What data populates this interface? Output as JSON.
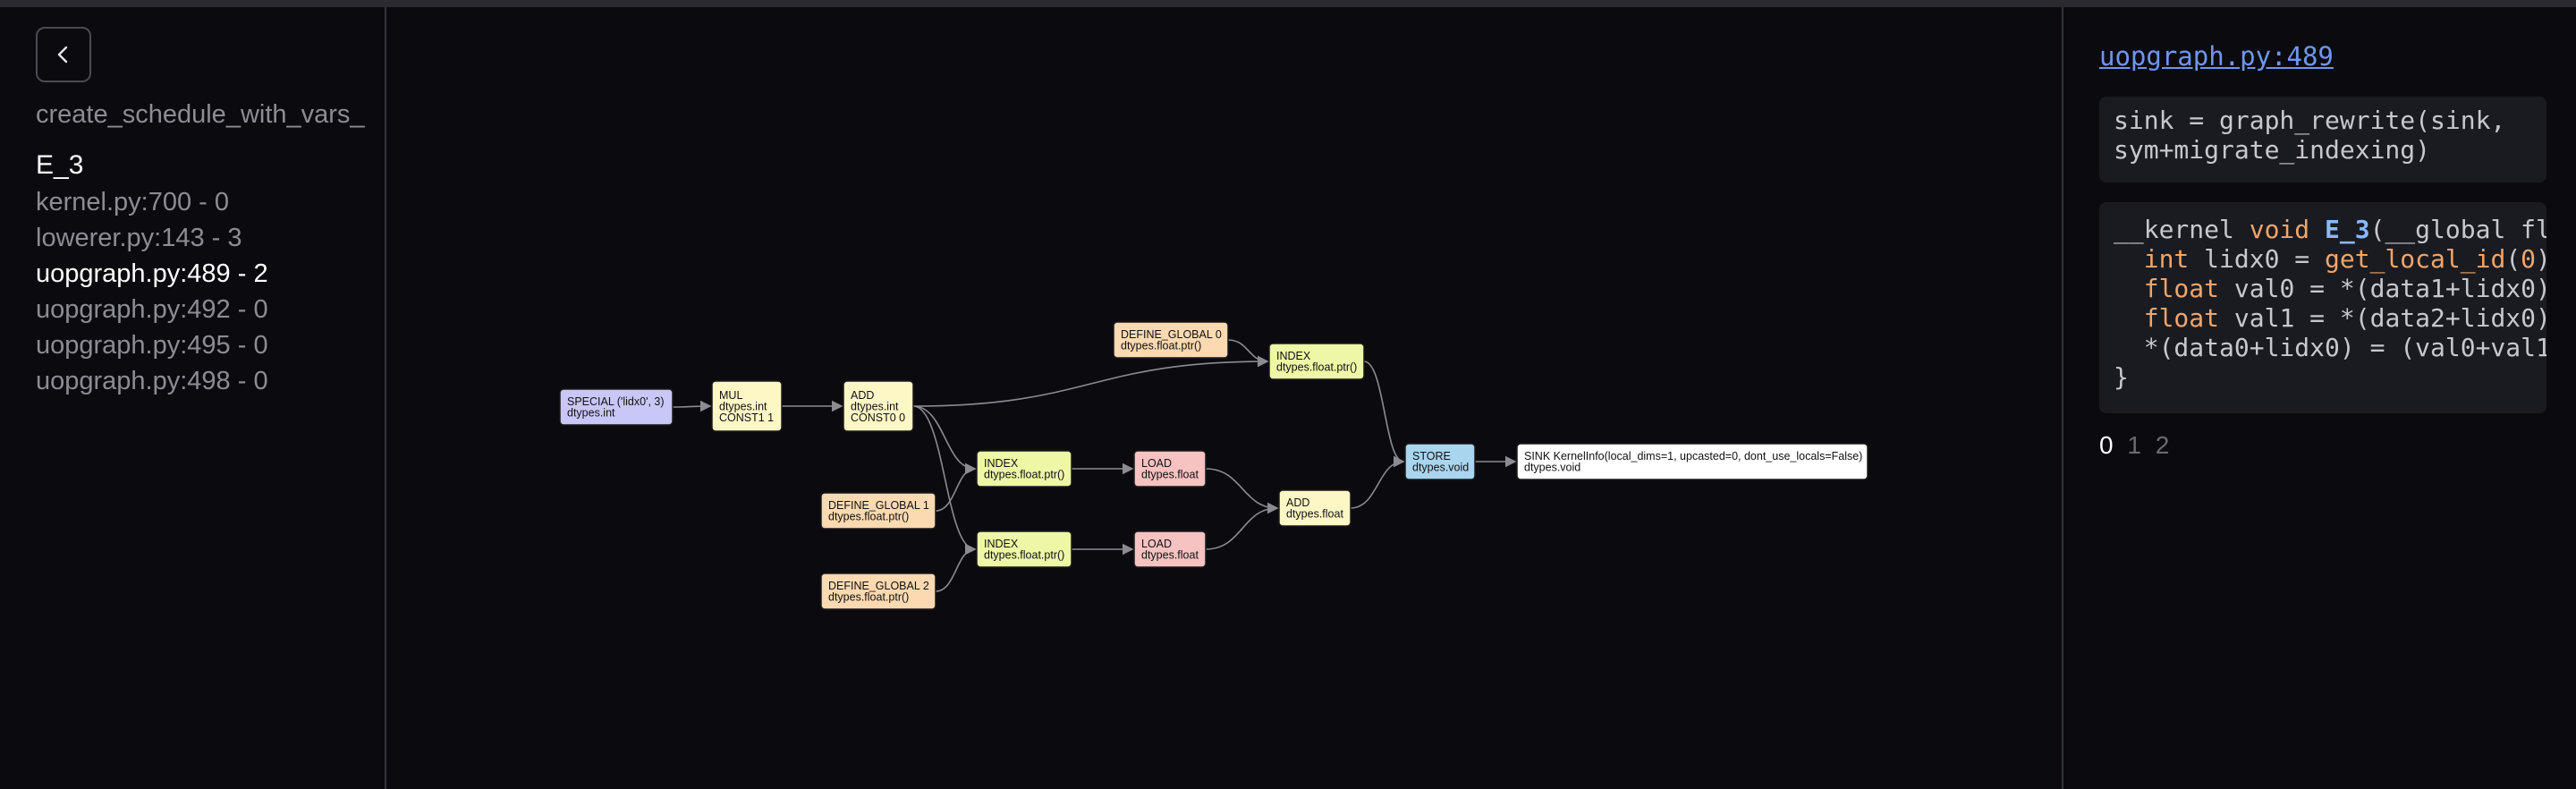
{
  "sidebar": {
    "back_icon": "chevron-left-icon",
    "schedule_title": "create_schedule_with_vars_",
    "kernel_name": "E_3",
    "steps": [
      {
        "label": "kernel.py:700 - 0",
        "active": false
      },
      {
        "label": "lowerer.py:143 - 3",
        "active": false
      },
      {
        "label": "uopgraph.py:489 - 2",
        "active": true
      },
      {
        "label": "uopgraph.py:492 - 0",
        "active": false
      },
      {
        "label": "uopgraph.py:495 - 0",
        "active": false
      },
      {
        "label": "uopgraph.py:498 - 0",
        "active": false
      }
    ]
  },
  "graph": {
    "nodes": [
      {
        "id": "special",
        "lines": [
          "SPECIAL ('lidx0', 3)",
          "dtypes.int"
        ],
        "color": "#c8c7f7"
      },
      {
        "id": "mul",
        "lines": [
          "MUL",
          "dtypes.int",
          "CONST1 1"
        ],
        "color": "#fdf7c6"
      },
      {
        "id": "add0",
        "lines": [
          "ADD",
          "dtypes.int",
          "CONST0 0"
        ],
        "color": "#fdf7c6"
      },
      {
        "id": "dg0",
        "lines": [
          "DEFINE_GLOBAL 0",
          "dtypes.float.ptr()"
        ],
        "color": "#fbd9b1"
      },
      {
        "id": "index0",
        "lines": [
          "INDEX",
          "dtypes.float.ptr()"
        ],
        "color": "#eef7a6"
      },
      {
        "id": "index1",
        "lines": [
          "INDEX",
          "dtypes.float.ptr()"
        ],
        "color": "#eef7a6"
      },
      {
        "id": "dg1",
        "lines": [
          "DEFINE_GLOBAL 1",
          "dtypes.float.ptr()"
        ],
        "color": "#fbd9b1"
      },
      {
        "id": "load1",
        "lines": [
          "LOAD",
          "dtypes.float"
        ],
        "color": "#f7c2c2"
      },
      {
        "id": "index2",
        "lines": [
          "INDEX",
          "dtypes.float.ptr()"
        ],
        "color": "#eef7a6"
      },
      {
        "id": "dg2",
        "lines": [
          "DEFINE_GLOBAL 2",
          "dtypes.float.ptr()"
        ],
        "color": "#fbd9b1"
      },
      {
        "id": "load2",
        "lines": [
          "LOAD",
          "dtypes.float"
        ],
        "color": "#f7c2c2"
      },
      {
        "id": "addf",
        "lines": [
          "ADD",
          "dtypes.float"
        ],
        "color": "#fdf7c6"
      },
      {
        "id": "store",
        "lines": [
          "STORE",
          "dtypes.void"
        ],
        "color": "#a9d5ef"
      },
      {
        "id": "sink",
        "lines": [
          "SINK KernelInfo(local_dims=1, upcasted=0, dont_use_locals=False)",
          "dtypes.void"
        ],
        "color": "#ffffff"
      }
    ],
    "edges": [
      [
        "special",
        "mul"
      ],
      [
        "mul",
        "add0"
      ],
      [
        "add0",
        "index0"
      ],
      [
        "add0",
        "index1"
      ],
      [
        "add0",
        "index2"
      ],
      [
        "dg0",
        "index0"
      ],
      [
        "dg1",
        "index1"
      ],
      [
        "dg2",
        "index2"
      ],
      [
        "index1",
        "load1"
      ],
      [
        "index2",
        "load2"
      ],
      [
        "load1",
        "addf"
      ],
      [
        "load2",
        "addf"
      ],
      [
        "index0",
        "store"
      ],
      [
        "addf",
        "store"
      ],
      [
        "store",
        "sink"
      ]
    ]
  },
  "right": {
    "location_link": "uopgraph.py:489",
    "rewrite_line1": "sink = graph_rewrite(sink,",
    "rewrite_line2": "sym+migrate_indexing)",
    "code": {
      "l1a": "__kernel ",
      "l1b": "void",
      "l1c": " ",
      "l1d": "E_3",
      "l1e": "(__global fl",
      "l2a": "  ",
      "l2b": "int",
      "l2c": " lidx0 = ",
      "l2d": "get_local_id",
      "l2e": "(",
      "l2f": "0",
      "l2g": ")",
      "l3a": "  ",
      "l3b": "float",
      "l3c": " val0 = *(data1+lidx0)",
      "l4a": "  ",
      "l4b": "float",
      "l4c": " val1 = *(data2+lidx0)",
      "l5": "  *(data0+lidx0) = (val0+val1",
      "l6": "}"
    },
    "tabs": [
      {
        "label": "0",
        "active": true
      },
      {
        "label": "1",
        "active": false
      },
      {
        "label": "2",
        "active": false
      }
    ]
  }
}
